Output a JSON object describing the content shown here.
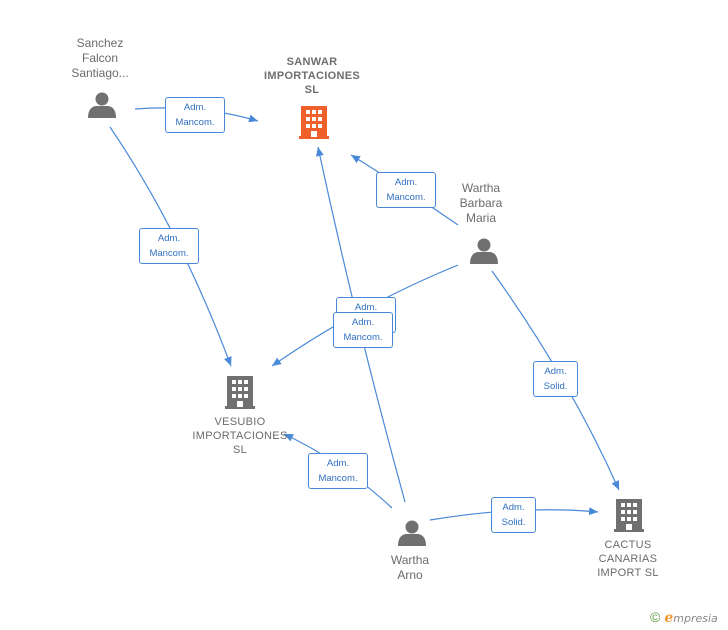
{
  "nodes": {
    "sanchez": {
      "label": "Sanchez\nFalcon\nSantiago..."
    },
    "sanwar": {
      "label": "SANWAR\nIMPORTACIONES\nSL"
    },
    "wartha_barbara": {
      "label": "Wartha\nBarbara\nMaria"
    },
    "vesubio": {
      "label": "VESUBIO\nIMPORTACIONES\nSL"
    },
    "wartha_arno": {
      "label": "Wartha\nArno"
    },
    "cactus": {
      "label": "CACTUS\nCANARIAS\nIMPORT  SL"
    }
  },
  "edges": {
    "e1": "Adm.\nMancom.",
    "e2": "Adm.\nMancom.",
    "e3": "Adm.\nMancom.",
    "e4": "Adm.\nMancom.",
    "e5": "Adm.\nMancom.",
    "e6": "Adm.\nSolid.",
    "e7": "Adm.\nMancom.",
    "e8": "Adm.\nSolid."
  },
  "colors": {
    "edge": "#4a89d8",
    "person_icon": "#707070",
    "company_icon": "#707070",
    "main_company_icon": "#f0602a"
  },
  "footer": {
    "copyright": "©",
    "brand_first": "e",
    "brand_rest": "mpresia"
  }
}
